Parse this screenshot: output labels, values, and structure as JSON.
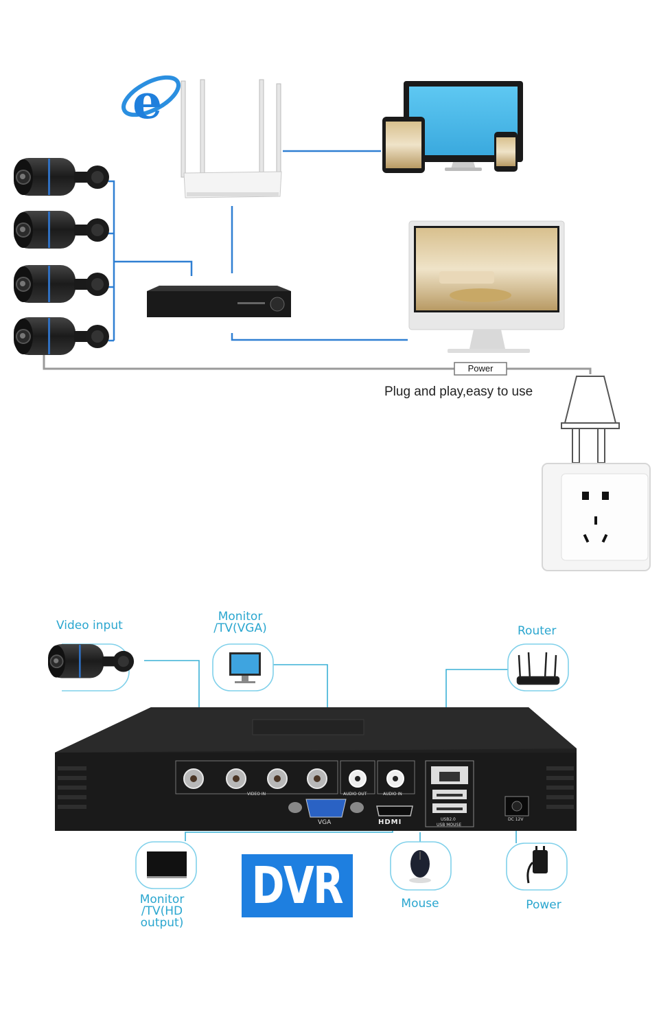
{
  "top": {
    "power_label": "Power",
    "caption": "Plug and play,easy to use"
  },
  "bottom": {
    "video_input": "Video input",
    "monitor_vga_line1": "Monitor",
    "monitor_vga_line2": "/TV(VGA)",
    "router": "Router",
    "monitor_hd_line1": "Monitor",
    "monitor_hd_line2": "/TV(HD",
    "monitor_hd_line3": "output)",
    "dvr": "DVR",
    "mouse": "Mouse",
    "power": "Power"
  },
  "ports": {
    "video_in": "VIDEO IN",
    "audio_out": "AUDIO OUT",
    "audio_in": "AUDIO IN",
    "vga": "VGA",
    "hdmi": "HDMI",
    "usb": "USB2.0",
    "usb_mouse": "USB MOUSE",
    "dc": "DC 12V"
  },
  "colors": {
    "wire_blue": "#2f7fd2",
    "wire_gray": "#9a9a9a",
    "label_cyan": "#2aa6cf",
    "badge_blue": "#1e7fe0"
  },
  "icons": [
    "ie-icon",
    "router-icon",
    "camera-icon",
    "dvr-device",
    "tablet-icon",
    "monitor-icon",
    "phone-icon",
    "pc-monitor-icon",
    "plug-icon",
    "wall-socket-icon",
    "mouse-icon",
    "power-adapter-icon",
    "tv-icon"
  ]
}
